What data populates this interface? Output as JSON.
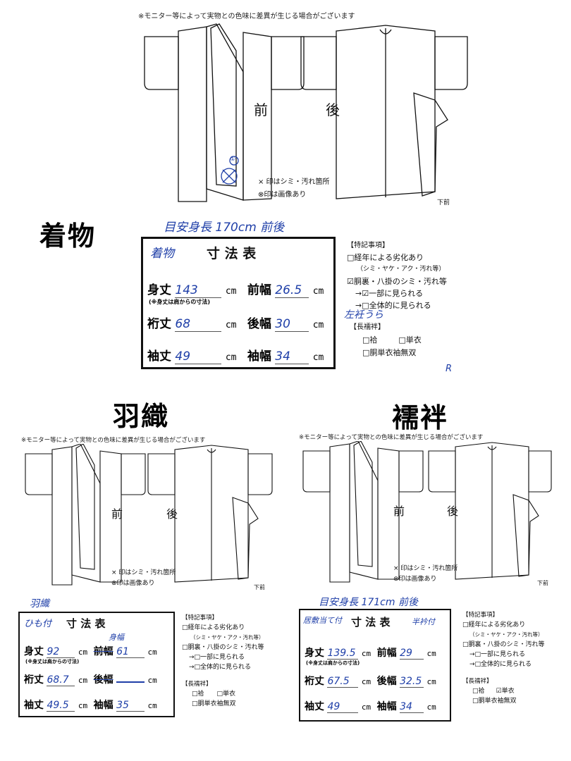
{
  "notice": "※モニター等によって実物との色味に差異が生じる場合がございます",
  "diagram_labels": {
    "front": "前",
    "back": "後",
    "lower_front": "下前"
  },
  "legend": {
    "stain": "× 印はシミ・汚れ箇所",
    "image": "⊗印は画像あり"
  },
  "kimono": {
    "section_title": "着物",
    "circle_mark": "①",
    "handwritten_top": "目安身長 170cm 前後",
    "table": {
      "handwritten_prefix": "着物",
      "title": "寸 法 表",
      "note": "(※身丈は肩からの寸法)",
      "rows": [
        {
          "label": "身丈",
          "value": "143",
          "unit": "cm",
          "label2": "前幅",
          "value2": "26.5",
          "unit2": "cm"
        },
        {
          "label": "裄丈",
          "value": "68",
          "unit": "cm",
          "label2": "後幅",
          "value2": "30",
          "unit2": "cm"
        },
        {
          "label": "袖丈",
          "value": "49",
          "unit": "cm",
          "label2": "袖幅",
          "value2": "34",
          "unit2": "cm"
        }
      ]
    },
    "notes": {
      "heading": "【特記事項】",
      "items": [
        "□経年による劣化あり",
        "（シミ・ヤケ・アク・汚れ等）",
        "☑胴裏・八掛のシミ・汚れ等",
        "→☑一部に見られる",
        "→□全体的に見られる"
      ],
      "handwritten": "左衽うら",
      "nagajuban_heading": "【長襦袢】",
      "opt1": "□袷",
      "opt2": "□単衣",
      "opt3": "□胴単衣袖無双",
      "mark": "R"
    }
  },
  "haori": {
    "section_title": "羽織",
    "handwritten_top": "羽織",
    "table": {
      "handwritten_prefix": "ひも付",
      "title": "寸 法 表",
      "note": "(※身丈は肩からの寸法)",
      "hand_over": "身幅",
      "rows": [
        {
          "label": "身丈",
          "value": "92",
          "unit": "cm",
          "label2": "前幅",
          "value2": "61",
          "unit2": "cm"
        },
        {
          "label": "裄丈",
          "value": "68.7",
          "unit": "cm",
          "label2": "後幅",
          "value2": "",
          "unit2": "cm"
        },
        {
          "label": "袖丈",
          "value": "49.5",
          "unit": "cm",
          "label2": "袖幅",
          "value2": "35",
          "unit2": "cm"
        }
      ]
    },
    "notes": {
      "heading": "【特記事項】",
      "items": [
        "□経年による劣化あり",
        "（シミ・ヤケ・アク・汚れ等）",
        "□胴裏・八掛のシミ・汚れ等",
        "→□一部に見られる",
        "→□全体的に見られる"
      ],
      "nagajuban_heading": "【長襦袢】",
      "opt1": "□袷",
      "opt2": "□単衣",
      "opt3": "□胴単衣袖無双"
    }
  },
  "juban": {
    "section_title": "襦袢",
    "handwritten_top": "目安身長 171cm 前後",
    "table": {
      "handwritten_prefix": "居敷当て付",
      "handwritten_suffix": "半衿付",
      "title": "寸 法 表",
      "note": "(※身丈は肩からの寸法)",
      "rows": [
        {
          "label": "身丈",
          "value": "139.5",
          "unit": "cm",
          "label2": "前幅",
          "value2": "29",
          "unit2": "cm"
        },
        {
          "label": "裄丈",
          "value": "67.5",
          "unit": "cm",
          "label2": "後幅",
          "value2": "32.5",
          "unit2": "cm"
        },
        {
          "label": "袖丈",
          "value": "49",
          "unit": "cm",
          "label2": "袖幅",
          "value2": "34",
          "unit2": "cm"
        }
      ]
    },
    "notes": {
      "heading": "【特記事項】",
      "items": [
        "□経年による劣化あり",
        "（シミ・ヤケ・アク・汚れ等）",
        "□胴裏・八掛のシミ・汚れ等",
        "→□一部に見られる",
        "→□全体的に見られる"
      ],
      "nagajuban_heading": "【長襦袢】",
      "opt1": "□袷",
      "opt2": "☑単衣",
      "opt3": "□胴単衣袖無双"
    }
  }
}
